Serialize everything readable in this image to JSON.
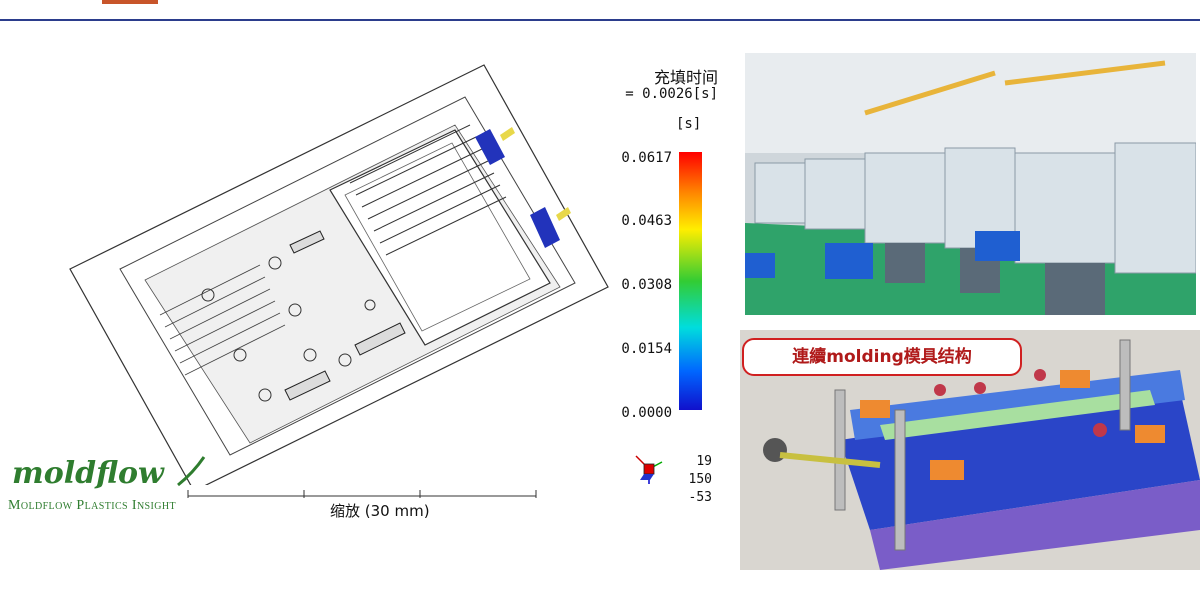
{
  "legend": {
    "title": "充填时间",
    "subtitle": "= 0.0026[s]",
    "unit": "[s]",
    "ticks": [
      "0.0617",
      "0.0463",
      "0.0308",
      "0.0154",
      "0.0000"
    ]
  },
  "orientation": {
    "x": "19",
    "y": "150",
    "z": "-53"
  },
  "scale_label": "缩放 (30 mm)",
  "logo": {
    "wordmark": "moldflow",
    "subtitle": "Moldflow Plastics Insight"
  },
  "mold_caption": "連續molding模具结构",
  "colors": {
    "accent_line": "#2b3d8c",
    "tab": "#c8552a",
    "logo_green": "#2f7d2f",
    "caption_red": "#d02020"
  }
}
